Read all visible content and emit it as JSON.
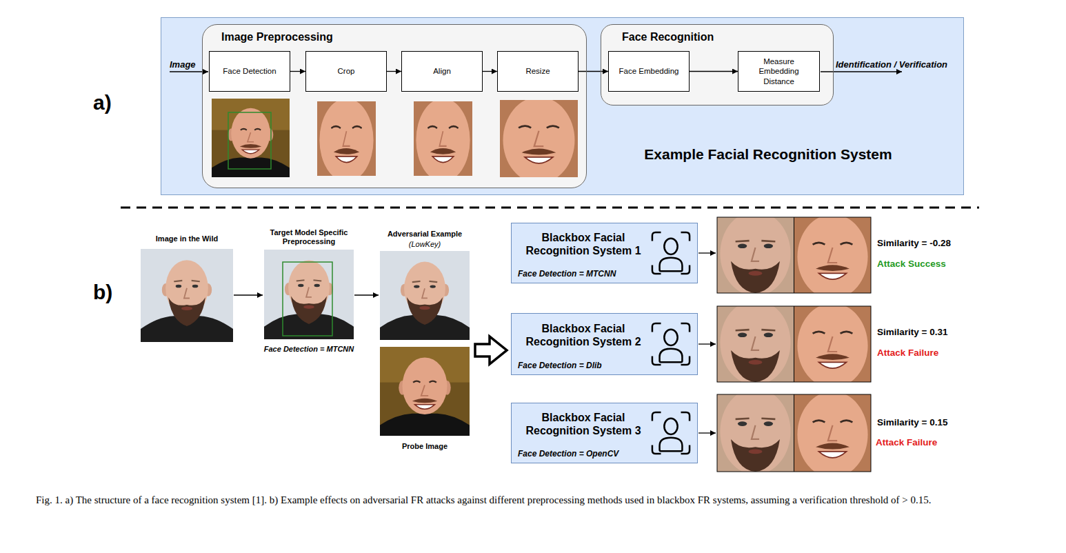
{
  "diagram": {
    "caption": "Fig. 1. a) The structure of a face recognition system [1]. b) Example effects on adversarial FR attacks against different preprocessing methods used in blackbox FR systems, assuming a verification threshold of > 0.15.",
    "nodes": [
      {
        "text": [
          "Example Facial Recognition System"
        ]
      },
      {
        "text": [
          "Image Preprocessing"
        ],
        "in": 0
      },
      {
        "text": [
          "Face Detection"
        ],
        "in": 1
      },
      {
        "text": [
          "Crop"
        ],
        "in": 1
      },
      {
        "text": [
          "Align"
        ],
        "in": 1
      },
      {
        "text": [
          "Resize"
        ],
        "in": 1
      },
      {
        "text": [
          "Face Recognition"
        ],
        "in": 0
      },
      {
        "text": [
          "Face Embedding"
        ],
        "in": 6
      },
      {
        "text": [
          "Measure Embedding Distance"
        ],
        "in": 6
      },
      {
        "text": [
          "Blackbox Facial Recognition System 1",
          "Face Detection = MTCNN"
        ]
      },
      {
        "text": [
          "Blackbox Facial Recognition System 2",
          "Face Detection = Dlib"
        ]
      },
      {
        "text": [
          "Blackbox Facial Recognition System 3",
          "Face Detection = OpenCV"
        ]
      }
    ],
    "edges": [
      {
        "from": 2,
        "to": 3,
        "arrow": "to"
      },
      {
        "from": 3,
        "to": 4,
        "arrow": "to"
      },
      {
        "from": 4,
        "to": 5,
        "arrow": "to"
      },
      {
        "from": 5,
        "to": 7,
        "arrow": "to"
      },
      {
        "from": 7,
        "to": 8,
        "arrow": "to"
      }
    ],
    "labels": [
      "a)",
      "Image",
      "Identification / Verification",
      "b)",
      "Image in the Wild",
      "Target Model Specific Preprocessing",
      "Face Detection = MTCNN",
      "Adversarial Example",
      "(LowKey)",
      "Probe Image",
      "Similarity = -0.28",
      "Attack Success",
      "Similarity = 0.31",
      "Attack Failure",
      "Similarity = 0.15",
      "Attack Failure"
    ]
  }
}
